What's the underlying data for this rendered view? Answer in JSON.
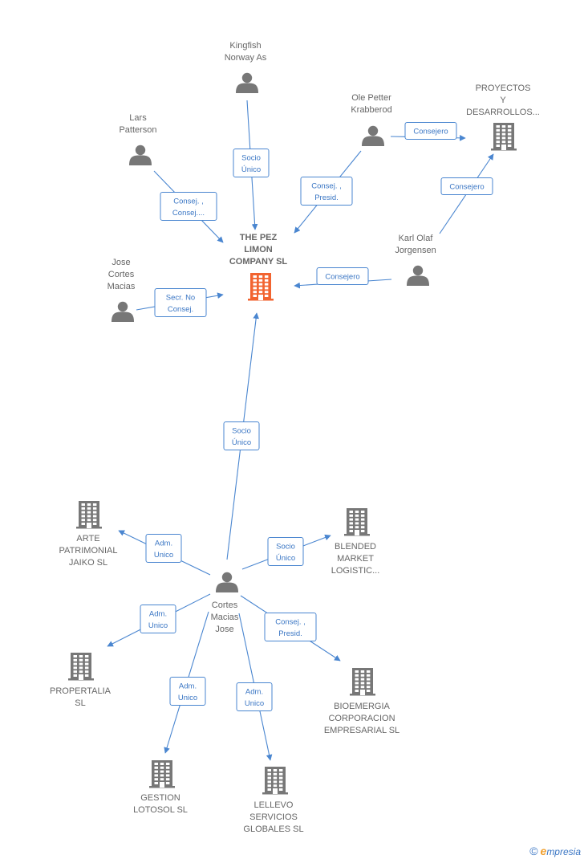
{
  "colors": {
    "edge": "#4a86d0",
    "edge_text": "#3a76c4",
    "icon_gray": "#777777",
    "icon_main": "#f26430",
    "label": "#666666"
  },
  "nodes": [
    {
      "id": "pez",
      "type": "company",
      "main": true,
      "lines": [
        "THE PEZ",
        "LIMON",
        "COMPANY  SL"
      ]
    },
    {
      "id": "kingfish",
      "type": "person",
      "lines": [
        "Kingfish",
        "Norway As"
      ]
    },
    {
      "id": "lars",
      "type": "person",
      "lines": [
        "Lars",
        "Patterson"
      ]
    },
    {
      "id": "ole",
      "type": "person",
      "lines": [
        "Ole Petter",
        "Krabberod"
      ]
    },
    {
      "id": "proyectos",
      "type": "company",
      "lines": [
        "PROYECTOS",
        "Y",
        "DESARROLLOS..."
      ]
    },
    {
      "id": "karl",
      "type": "person",
      "lines": [
        "Karl Olaf",
        "Jorgensen"
      ]
    },
    {
      "id": "jose",
      "type": "person",
      "lines": [
        "Jose",
        "Cortes",
        "Macias"
      ]
    },
    {
      "id": "cortes",
      "type": "person",
      "lines": [
        "Cortes",
        "Macias",
        "Jose"
      ]
    },
    {
      "id": "arte",
      "type": "company",
      "lines": [
        "ARTE",
        "PATRIMONIAL",
        "JAIKO  SL"
      ]
    },
    {
      "id": "blended",
      "type": "company",
      "lines": [
        "BLENDED",
        "MARKET",
        "LOGISTIC..."
      ]
    },
    {
      "id": "propertalia",
      "type": "company",
      "lines": [
        "PROPERTALIA",
        "SL"
      ]
    },
    {
      "id": "bioemergia",
      "type": "company",
      "lines": [
        "BIOEMERGIA",
        "CORPORACION",
        "EMPRESARIAL SL"
      ]
    },
    {
      "id": "gestion",
      "type": "company",
      "lines": [
        "GESTION",
        "LOTOSOL  SL"
      ]
    },
    {
      "id": "lellevo",
      "type": "company",
      "lines": [
        "LELLEVO",
        "SERVICIOS",
        "GLOBALES  SL"
      ]
    }
  ],
  "edges": [
    {
      "id": "e-kingfish",
      "lines": [
        "Socio",
        "Único"
      ]
    },
    {
      "id": "e-lars",
      "lines": [
        "Consej. ,",
        "Consej...."
      ]
    },
    {
      "id": "e-ole-pez",
      "lines": [
        "Consej. ,",
        "Presid."
      ]
    },
    {
      "id": "e-ole-proy",
      "lines": [
        "Consejero"
      ]
    },
    {
      "id": "e-karl-proy",
      "lines": [
        "Consejero"
      ]
    },
    {
      "id": "e-karl-pez",
      "lines": [
        "Consejero"
      ]
    },
    {
      "id": "e-jose",
      "lines": [
        "Secr.  No",
        "Consej."
      ]
    },
    {
      "id": "e-cortes-pez",
      "lines": [
        "Socio",
        "Único"
      ]
    },
    {
      "id": "e-arte",
      "lines": [
        "Adm.",
        "Unico"
      ]
    },
    {
      "id": "e-blended",
      "lines": [
        "Socio",
        "Único"
      ]
    },
    {
      "id": "e-propertalia",
      "lines": [
        "Adm.",
        "Unico"
      ]
    },
    {
      "id": "e-bioemergia",
      "lines": [
        "Consej. ,",
        "Presid."
      ]
    },
    {
      "id": "e-gestion",
      "lines": [
        "Adm.",
        "Unico"
      ]
    },
    {
      "id": "e-lellevo",
      "lines": [
        "Adm.",
        "Unico"
      ]
    }
  ],
  "footer": {
    "copyright": "©",
    "brand_initial": "e",
    "brand_rest": "mpresia"
  }
}
